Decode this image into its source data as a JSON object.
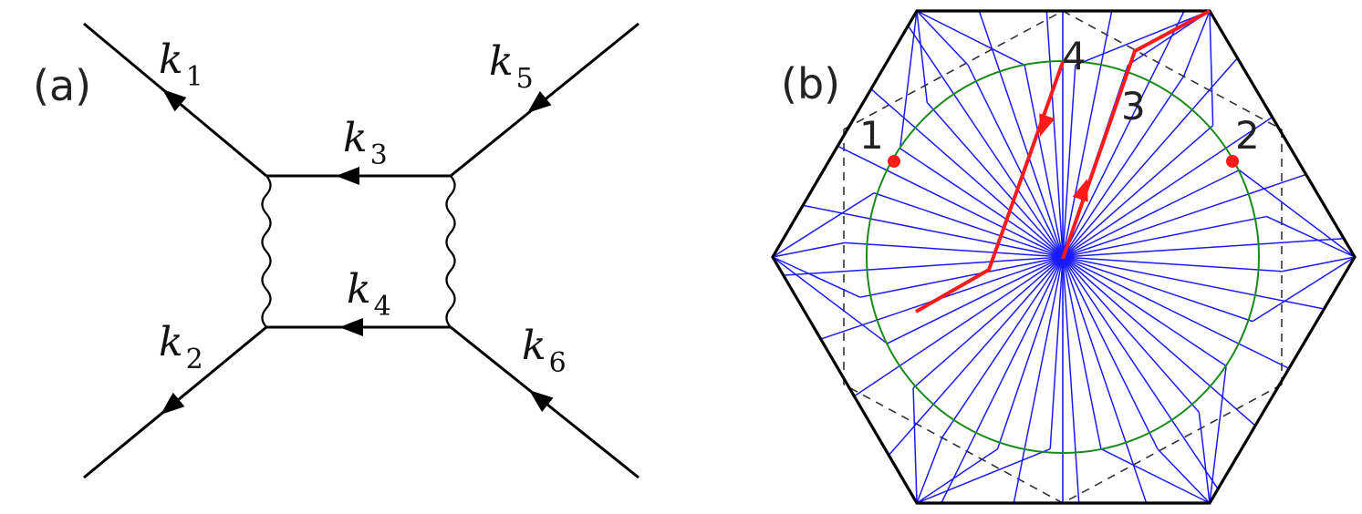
{
  "panel_a": {
    "label": "(a)",
    "momenta": [
      {
        "name": "k",
        "sub": "1"
      },
      {
        "name": "k",
        "sub": "2"
      },
      {
        "name": "k",
        "sub": "3"
      },
      {
        "name": "k",
        "sub": "4"
      },
      {
        "name": "k",
        "sub": "5"
      },
      {
        "name": "k",
        "sub": "6"
      }
    ]
  },
  "panel_b": {
    "label": "(b)",
    "point_labels": [
      "1",
      "2",
      "3",
      "4"
    ],
    "colors": {
      "hexagon": "#000000",
      "dashed": "#333333",
      "fan": "#1a1aff",
      "circle": "#1a8a1a",
      "path": "#ff1a1a",
      "points": "#ff1a1a"
    }
  }
}
